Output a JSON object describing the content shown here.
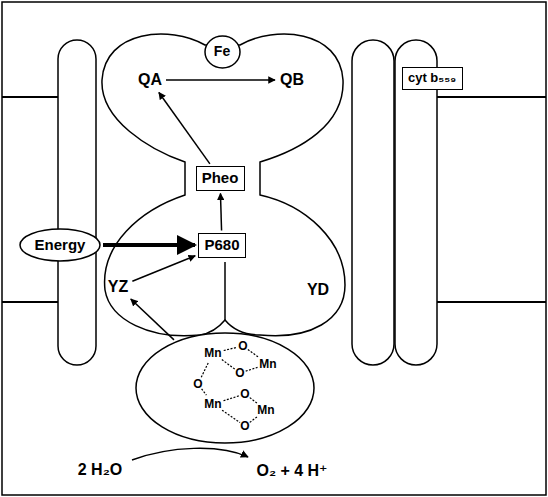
{
  "diagram": {
    "nodes": [
      {
        "text": [
          "Fe"
        ]
      },
      {
        "text": [
          "QA"
        ]
      },
      {
        "text": [
          "QB"
        ]
      },
      {
        "text": [
          "cyt b₅₅₉"
        ]
      },
      {
        "text": [
          "Pheo"
        ]
      },
      {
        "text": [
          "Energy"
        ]
      },
      {
        "text": [
          "P680"
        ]
      },
      {
        "text": [
          "YZ"
        ]
      },
      {
        "text": [
          "YD"
        ]
      },
      {
        "text": [
          "O",
          "Mn",
          "Mn",
          "O",
          "O",
          "O",
          "Mn",
          "Mn",
          "O"
        ]
      }
    ],
    "edges": [
      {
        "from": 9,
        "to": 7,
        "arrow": "to"
      },
      {
        "from": 7,
        "to": 6,
        "arrow": "to"
      },
      {
        "from": 5,
        "to": 6,
        "arrow": "to"
      },
      {
        "from": 6,
        "to": 4,
        "arrow": "to"
      },
      {
        "from": 4,
        "to": 1,
        "arrow": "to"
      },
      {
        "from": 1,
        "to": 2,
        "arrow": "to"
      }
    ],
    "labels": [
      "2 H₂O",
      "O₂ + 4 H⁺"
    ]
  }
}
